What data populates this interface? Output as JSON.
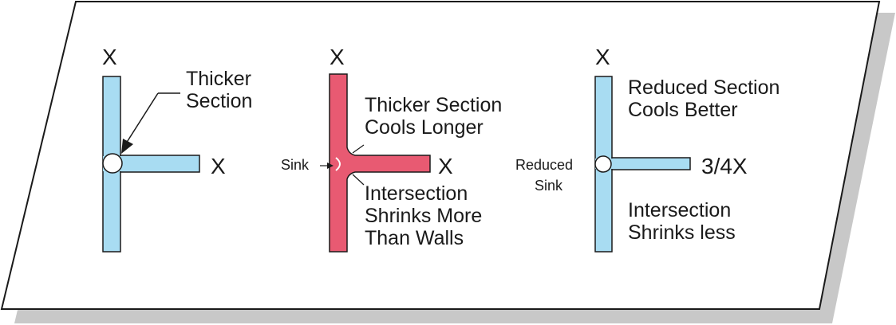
{
  "colors": {
    "card_fill": "#ffffff",
    "shadow": "#c8c8c8",
    "outline": "#1a1a1a",
    "blue_wall": "#a8dcf2",
    "red_wall": "#e85a72"
  },
  "panels": [
    {
      "wall_color": "blue",
      "top_label": "X",
      "side_label": "X",
      "callout": [
        "Thicker",
        "Section"
      ],
      "notes": [],
      "sink_label": []
    },
    {
      "wall_color": "red",
      "top_label": "X",
      "side_label": "X",
      "callout": [
        "Thicker Section",
        "Cools Longer"
      ],
      "notes": [
        "Intersection",
        "Shrinks More",
        "Than Walls"
      ],
      "sink_label": [
        "Sink"
      ]
    },
    {
      "wall_color": "blue",
      "top_label": "X",
      "side_label": "3/4X",
      "callout": [
        "Reduced Section",
        "Cools Better"
      ],
      "notes": [
        "Intersection",
        "Shrinks less"
      ],
      "sink_label": [
        "Reduced",
        "Sink"
      ]
    }
  ]
}
